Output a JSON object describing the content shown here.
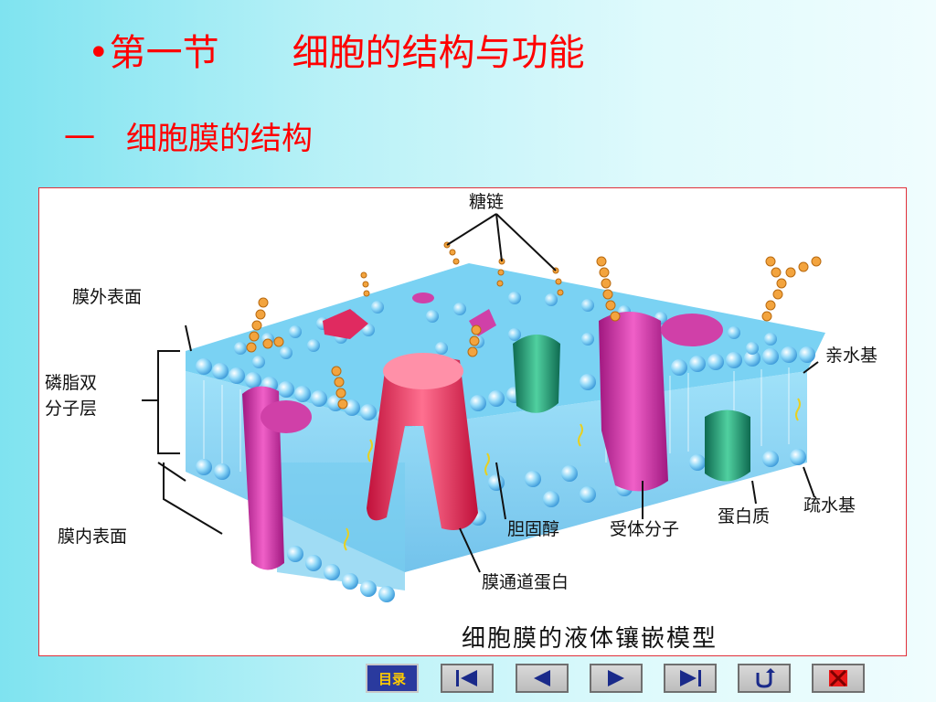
{
  "slide": {
    "title": "•第一节　　细胞的结构与功能",
    "subtitle": "一　细胞膜的结构"
  },
  "figure": {
    "labels": {
      "glycan": "糖链",
      "outer_surface": "膜外表面",
      "bilayer_line1": "磷脂双",
      "bilayer_line2": "分子层",
      "inner_surface": "膜内表面",
      "hydrophilic": "亲水基",
      "hydrophobic": "疏水基",
      "protein": "蛋白质",
      "receptor": "受体分子",
      "cholesterol": "胆固醇",
      "channel_protein": "膜通道蛋白"
    },
    "caption": "细胞膜的液体镶嵌模型"
  },
  "nav": {
    "menu_label": "目录",
    "buttons": [
      {
        "icon": "first-slide-icon"
      },
      {
        "icon": "previous-icon"
      },
      {
        "icon": "next-icon"
      },
      {
        "icon": "last-slide-icon"
      },
      {
        "icon": "return-icon"
      },
      {
        "icon": "exit-icon"
      }
    ]
  },
  "colors": {
    "title_red": "#ff0000",
    "membrane_blue": "#5cc8ee",
    "protein_magenta": "#e03aa6",
    "protein_red": "#ff3a5a",
    "protein_green": "#2aa880",
    "glycan_orange": "#f0a040",
    "nav_menu_bg": "#2a3a9e",
    "nav_menu_text": "#ffcc00"
  }
}
